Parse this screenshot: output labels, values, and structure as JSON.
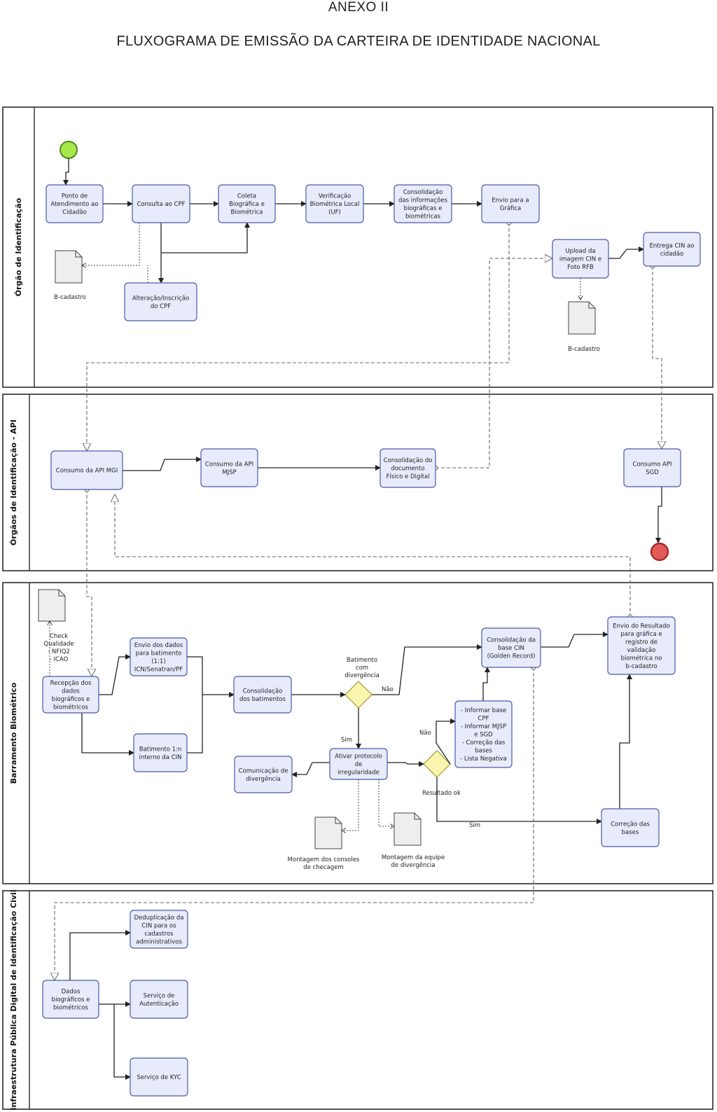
{
  "header": {
    "annex": "ANEXO II",
    "title": "FLUXOGRAMA DE EMISSÃO DA CARTEIRA DE IDENTIDADE NACIONAL"
  },
  "lanes": [
    "Órgão de Identificação",
    "Órgãos de Identificação - API",
    "Barramento Biométrico",
    "Infraestrutura Pública Digital de Identificação Civil"
  ],
  "tasks": {
    "ponto": [
      "Ponto de",
      "Atendimento ao",
      "Cidadão"
    ],
    "consulta_cpf": [
      "Consulta ao CPF"
    ],
    "coleta": [
      "Coleta",
      "Biográfica e",
      "Biométrica"
    ],
    "verificacao": [
      "Verificação",
      "Biométrica Local",
      "(UF)"
    ],
    "consolidacao_info": [
      "Consolidação",
      "das informações",
      "biográficas e",
      "biométricas"
    ],
    "envio_grafica": [
      "Envio para a",
      "Gráfica"
    ],
    "alteracao_cpf": [
      "Alteração/Inscrição",
      "do CPF"
    ],
    "upload": [
      "Upload da",
      "imagem CIN e",
      "Foto RFB"
    ],
    "entrega": [
      "Entrega CIN ao",
      "cidadão"
    ],
    "api_mgi": [
      "Consumo da API MGI"
    ],
    "api_mjsp": [
      "Consumo da API",
      "MJSP"
    ],
    "consolidacao_doc": [
      "Consolidação do",
      "documento",
      "Físico e Digital"
    ],
    "api_sgd": [
      "Consumo API",
      "SGD"
    ],
    "recepcao": [
      "Recepção dos",
      "dados",
      "biográficos e",
      "biométricos"
    ],
    "envio_batimento": [
      "Envio dos dados",
      "para batimento",
      "(1:1)",
      "ICN/Senatran/PF"
    ],
    "batimento_interno": [
      "Batimento 1:n",
      "interno da CIN"
    ],
    "consolidacao_batimentos": [
      "Consolidação",
      "dos batimentos"
    ],
    "consolidacao_base": [
      "Consolidação da",
      "base CIN",
      "(Golden Record)"
    ],
    "envio_resultado": [
      "Envio do Resultado",
      "para gráfica e",
      "registro de",
      "validação",
      "biométrica no",
      "b-cadastro"
    ],
    "informar_base": [
      "- Informar base",
      "CPF",
      "- Informar MJSP",
      "e SGD",
      "- Correção das",
      "bases",
      "- Lista Negativa"
    ],
    "ativar_protocolo": [
      "Ativar protocolo",
      "de",
      "irregularidade"
    ],
    "comunicacao": [
      "Comunicação de",
      "divergência"
    ],
    "correcao_bases": [
      "Correção das",
      "bases"
    ],
    "deduplicacao": [
      "Deduplicação da",
      "CIN para os",
      "cadastros",
      "administrativos"
    ],
    "dados_bio": [
      "Dados",
      "biográficos e",
      "biométricos"
    ],
    "autenticacao": [
      "Serviço de",
      "Autenticação"
    ],
    "kyc": [
      "Serviço de KYC"
    ]
  },
  "labels": {
    "bcadastro1": [
      "B-cadastro"
    ],
    "bcadastro2": [
      "B-cadastro"
    ],
    "check": [
      "Check",
      "Qualidade",
      "- NFIQ2",
      "- ICAO"
    ],
    "gw1_question": [
      "Batimento",
      "com",
      "divergência"
    ],
    "nao1": [
      "Não"
    ],
    "sim1": [
      "Sim"
    ],
    "nao2": [
      "Não"
    ],
    "resultado_ok": [
      "Resultado ok"
    ],
    "sim2": [
      "Sim"
    ],
    "montagem_consoles": [
      "Montagem dos consoles",
      "de checagem"
    ],
    "montagem_equipe": [
      "Montagem da equipe",
      "de divergência"
    ]
  },
  "colors": {
    "task_fill": "#e8ebfb",
    "task_stroke": "#4a5aa8",
    "start_event": "#a6e84a",
    "end_event": "#e05a5a",
    "gateway": "#faf6b0"
  }
}
